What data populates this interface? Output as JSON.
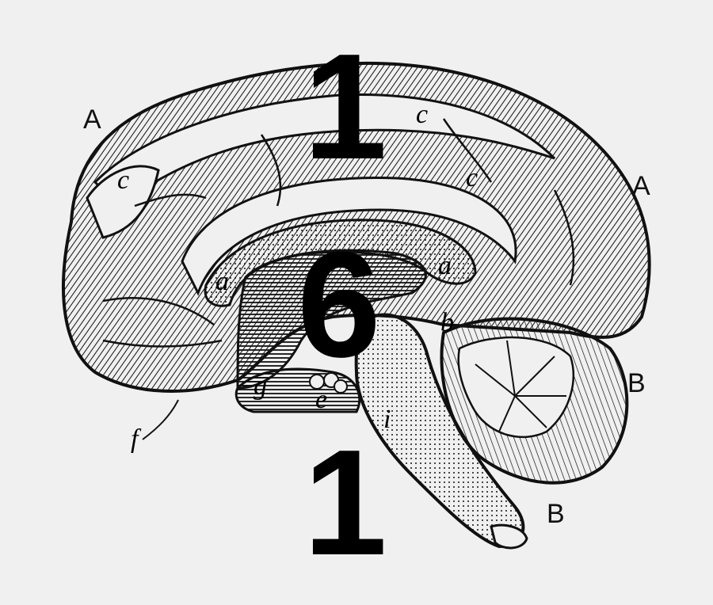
{
  "overlay_digits": [
    "1",
    "6",
    "1"
  ],
  "labels": {
    "A_left": "A",
    "A_right": "A",
    "B_mid": "B",
    "B_low": "B",
    "c_left": "c",
    "c_top": "c",
    "c_mid": "c",
    "a_left": "a",
    "a_right": "a",
    "b": "b",
    "e": "e",
    "f": "f",
    "g": "g",
    "i": "i"
  },
  "colors": {
    "background": "#f0f0f0",
    "ink": "#111111",
    "digits": "#000000"
  }
}
